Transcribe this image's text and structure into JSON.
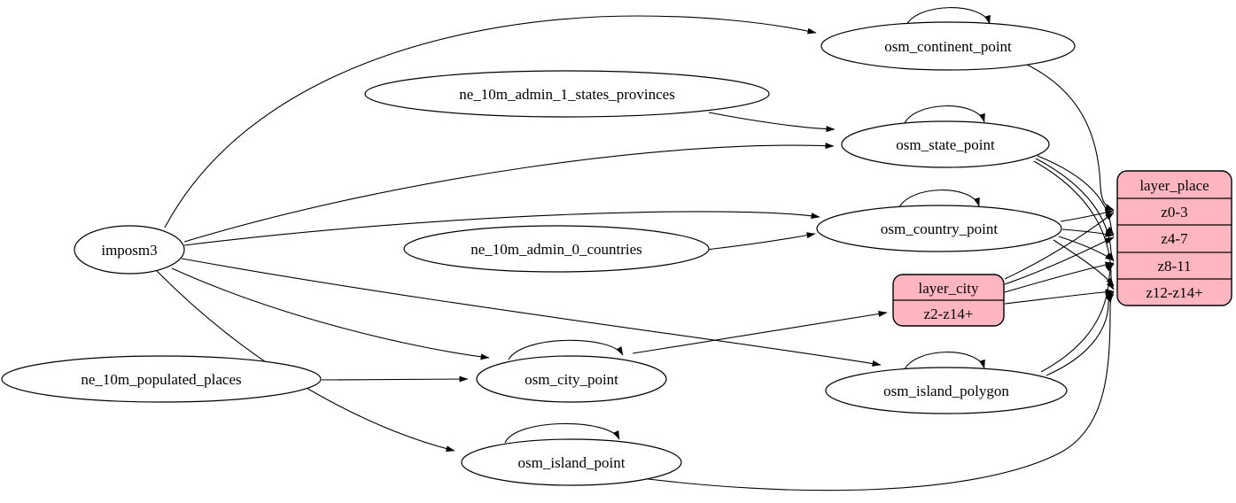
{
  "diagram": {
    "type": "graphviz-etl-diagram",
    "background_color": "#ffffff",
    "ellipse_fill": "#ffffff",
    "record_fill": "#ffb6c1",
    "stroke_color": "#000000",
    "nodes": [
      {
        "id": "imposm3",
        "label": "imposm3",
        "shape": "ellipse"
      },
      {
        "id": "ne_10m_admin_1_states_provinces",
        "label": "ne_10m_admin_1_states_provinces",
        "shape": "ellipse"
      },
      {
        "id": "ne_10m_admin_0_countries",
        "label": "ne_10m_admin_0_countries",
        "shape": "ellipse"
      },
      {
        "id": "ne_10m_populated_places",
        "label": "ne_10m_populated_places",
        "shape": "ellipse"
      },
      {
        "id": "osm_continent_point",
        "label": "osm_continent_point",
        "shape": "ellipse"
      },
      {
        "id": "osm_state_point",
        "label": "osm_state_point",
        "shape": "ellipse"
      },
      {
        "id": "osm_country_point",
        "label": "osm_country_point",
        "shape": "ellipse"
      },
      {
        "id": "osm_city_point",
        "label": "osm_city_point",
        "shape": "ellipse"
      },
      {
        "id": "osm_island_polygon",
        "label": "osm_island_polygon",
        "shape": "ellipse"
      },
      {
        "id": "osm_island_point",
        "label": "osm_island_point",
        "shape": "ellipse"
      }
    ],
    "records": [
      {
        "id": "layer_city",
        "title": "layer_city",
        "rows": [
          "z2-z14+"
        ]
      },
      {
        "id": "layer_place",
        "title": "layer_place",
        "rows": [
          "z0-3",
          "z4-7",
          "z8-11",
          "z12-z14+"
        ]
      }
    ],
    "edges": [
      {
        "from": "imposm3",
        "to": "osm_continent_point"
      },
      {
        "from": "imposm3",
        "to": "osm_state_point"
      },
      {
        "from": "imposm3",
        "to": "osm_country_point"
      },
      {
        "from": "imposm3",
        "to": "osm_city_point"
      },
      {
        "from": "imposm3",
        "to": "osm_island_polygon"
      },
      {
        "from": "imposm3",
        "to": "osm_island_point"
      },
      {
        "from": "ne_10m_admin_1_states_provinces",
        "to": "osm_state_point"
      },
      {
        "from": "ne_10m_admin_0_countries",
        "to": "osm_country_point"
      },
      {
        "from": "ne_10m_populated_places",
        "to": "osm_city_point"
      },
      {
        "from": "osm_continent_point",
        "to": "osm_continent_point"
      },
      {
        "from": "osm_state_point",
        "to": "osm_state_point"
      },
      {
        "from": "osm_country_point",
        "to": "osm_country_point"
      },
      {
        "from": "osm_city_point",
        "to": "osm_city_point"
      },
      {
        "from": "osm_island_polygon",
        "to": "osm_island_polygon"
      },
      {
        "from": "osm_island_point",
        "to": "osm_island_point"
      },
      {
        "from": "osm_city_point",
        "to": "layer_city:z2-z14+"
      },
      {
        "from": "osm_continent_point",
        "to": "layer_place:z0-3"
      },
      {
        "from": "osm_country_point",
        "to": "layer_place:z0-3"
      },
      {
        "from": "layer_city",
        "to": "layer_place:z0-3"
      },
      {
        "from": "osm_country_point",
        "to": "layer_place:z4-7"
      },
      {
        "from": "osm_state_point",
        "to": "layer_place:z4-7"
      },
      {
        "from": "layer_city",
        "to": "layer_place:z4-7"
      },
      {
        "from": "osm_country_point",
        "to": "layer_place:z8-11"
      },
      {
        "from": "osm_state_point",
        "to": "layer_place:z8-11"
      },
      {
        "from": "osm_island_polygon",
        "to": "layer_place:z8-11"
      },
      {
        "from": "layer_city",
        "to": "layer_place:z8-11"
      },
      {
        "from": "osm_country_point",
        "to": "layer_place:z12-z14+"
      },
      {
        "from": "osm_state_point",
        "to": "layer_place:z12-z14+"
      },
      {
        "from": "osm_island_polygon",
        "to": "layer_place:z12-z14+"
      },
      {
        "from": "osm_island_point",
        "to": "layer_place:z12-z14+"
      },
      {
        "from": "layer_city",
        "to": "layer_place:z12-z14+"
      }
    ]
  }
}
